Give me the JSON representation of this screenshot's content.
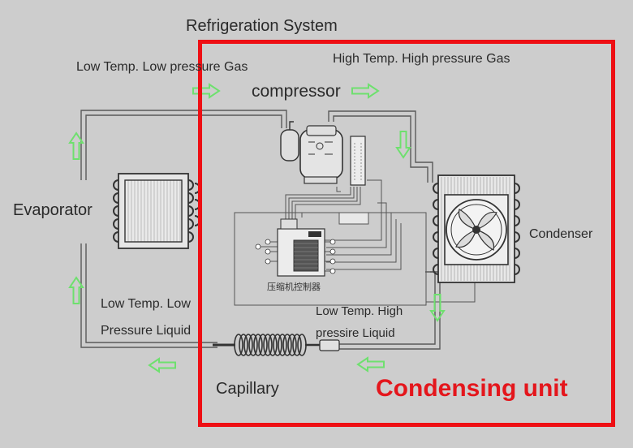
{
  "labels": {
    "title": "Refrigeration System",
    "low_temp_low_pressure_gas": "Low Temp. Low pressure Gas",
    "high_temp_high_pressure_gas": "High Temp. High pressure Gas",
    "compressor": "compressor",
    "evaporator": "Evaporator",
    "condenser": "Condenser",
    "low_temp_low_pressure_liquid_line1": "Low Temp. Low",
    "low_temp_low_pressure_liquid_line2": "Pressure Liquid",
    "low_temp_high_pressure_liquid_line1": "Low Temp. High",
    "low_temp_high_pressure_liquid_line2": "pressire Liquid",
    "capillary": "Capillary",
    "condensing_unit": "Condensing unit",
    "compressor_controller": "压缩机控制器"
  },
  "colors": {
    "background": "#cdcdcd",
    "pipe": "#5a5a5a",
    "flow_arrow": "#6ee06e",
    "unit_border": "#ee0f14",
    "unit_text": "#e4161c"
  },
  "icons": [
    "compressor-icon",
    "evaporator-coil-icon",
    "condenser-fan-icon",
    "capillary-coil-icon",
    "controller-board-icon",
    "flow-arrow-icon"
  ]
}
